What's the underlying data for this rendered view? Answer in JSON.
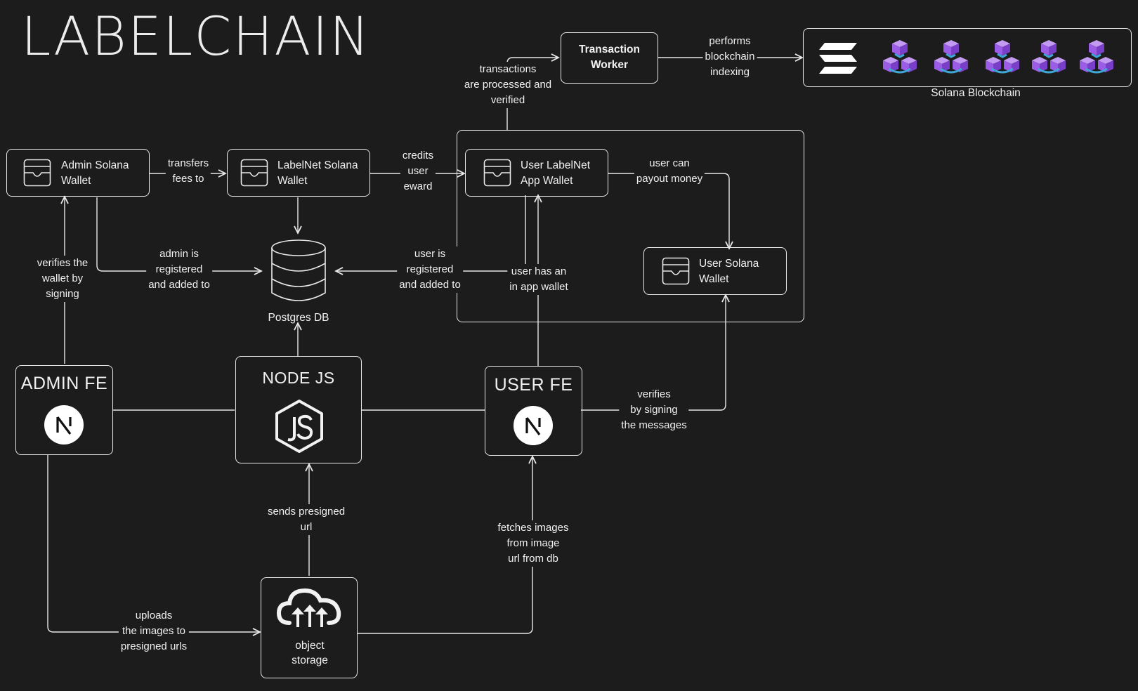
{
  "title": "LABELCHAIN",
  "nodes": {
    "transaction_worker": "Transaction\nWorker",
    "solana_blockchain": "Solana Blockchain",
    "admin_wallet": "Admin Solana\nWallet",
    "labelnet_wallet": "LabelNet Solana\nWallet",
    "user_app_wallet": "User LabelNet\nApp Wallet",
    "user_solana_wallet": "User Solana\nWallet",
    "postgres": "Postgres DB",
    "admin_fe": "ADMIN FE",
    "node_js": "NODE JS",
    "user_fe": "USER FE",
    "object_storage": "object\nstorage"
  },
  "edge_labels": {
    "performs_indexing": "performs\nblockchain\nindexing",
    "transactions_processed": "transactions\nare processed and\nverified",
    "transfers_fees": "transfers\nfees to",
    "credits_user": "credits\nuser\neward",
    "user_payout": "user can\npayout money",
    "verifies_wallet": "verifies the\nwallet by\nsigning",
    "admin_registered": "admin is\nregistered\nand added to",
    "user_registered": "user is\nregistered\nand added to",
    "user_in_app_wallet": "user has an\nin app wallet",
    "verifies_messages": "verifies\nby signing\nthe messages",
    "sends_presigned": "sends presigned\nurl",
    "fetches_images": "fetches images\nfrom image\nurl from db",
    "uploads_images": "uploads\nthe images to\npresigned urls"
  },
  "colors": {
    "background": "#1c1c1c",
    "stroke": "#e8e8e8",
    "cube_purple": "#9b5de5",
    "cube_link": "#3fa7d6"
  },
  "icons": [
    "wallet-icon",
    "database-icon",
    "nextjs-icon",
    "nodejs-icon",
    "cloud-upload-icon",
    "solana-icon",
    "blockchain-cube-icon"
  ]
}
